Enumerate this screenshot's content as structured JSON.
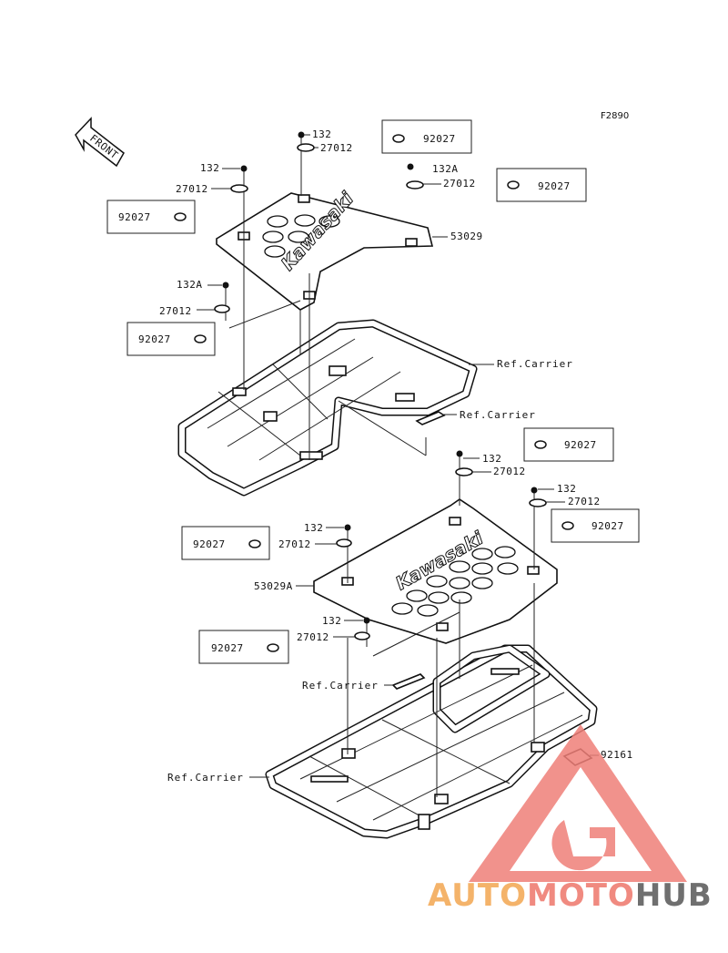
{
  "figure_code": "F2890",
  "front_label": "FRONT",
  "brand_text": "Kawasaki",
  "watermark": {
    "part1": "AUTO",
    "part2": "MOTO",
    "part3": "HUB",
    "color1": "#f4b36a",
    "color2": "#f08a80",
    "color3": "#6f6f6f"
  },
  "labels": {
    "b1_132": "132",
    "b1_27012": "27012",
    "b1_132a": "132A",
    "b1_27012b": "27012",
    "b1_132_left": "132",
    "b1_27012_left": "27012",
    "b1_53029": "53029",
    "b1_132a_low": "132A",
    "b1_27012_low": "27012",
    "ref_carrier_1": "Ref.Carrier",
    "ref_carrier_2": "Ref.Carrier",
    "b2_132": "132",
    "b2_27012": "27012",
    "b2_132b": "132",
    "b2_27012b": "27012",
    "b2_132_left": "132",
    "b2_27012_left": "27012",
    "b2_53029a": "53029A",
    "b2_132_low": "132",
    "b2_27012_low": "27012",
    "ref_carrier_3": "Ref.Carrier",
    "ref_carrier_4": "Ref.Carrier",
    "b2_92161": "92161"
  },
  "boxes": {
    "box1": "92027",
    "box2": "92027",
    "box3": "92027",
    "box4": "92027",
    "box5": "92027",
    "box6": "92027",
    "box7": "92027",
    "box8": "92027"
  }
}
